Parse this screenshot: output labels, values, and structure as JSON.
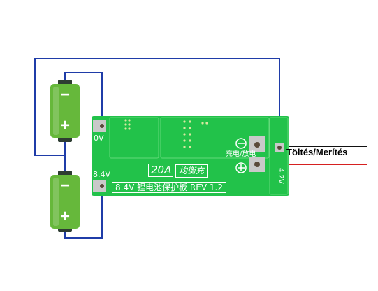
{
  "colors": {
    "pcb": "#22c24a",
    "pcb_dark": "#1aa63a",
    "pcb_line": "#63d97a",
    "pad": "#c9c9c9",
    "wire_blue": "#1f3ca8",
    "wire_black": "#111111",
    "wire_red": "#d62020",
    "battery_body": "#66b83b",
    "battery_cap": "#2e3d32",
    "text_white": "#ffffff"
  },
  "board": {
    "rating": "20A",
    "balance": "均衡充",
    "title": "8.4V 锂电池保护板 REV 1.2",
    "pad_0v": "0V",
    "pad_8v4": "8.4V",
    "pad_4v2": "4.2V",
    "charge_discharge": "充电/放电"
  },
  "batteries": [
    {
      "minus": "−",
      "plus": "+"
    },
    {
      "minus": "−",
      "plus": "+"
    }
  ],
  "output": {
    "label": "Töltés/Merítés"
  }
}
